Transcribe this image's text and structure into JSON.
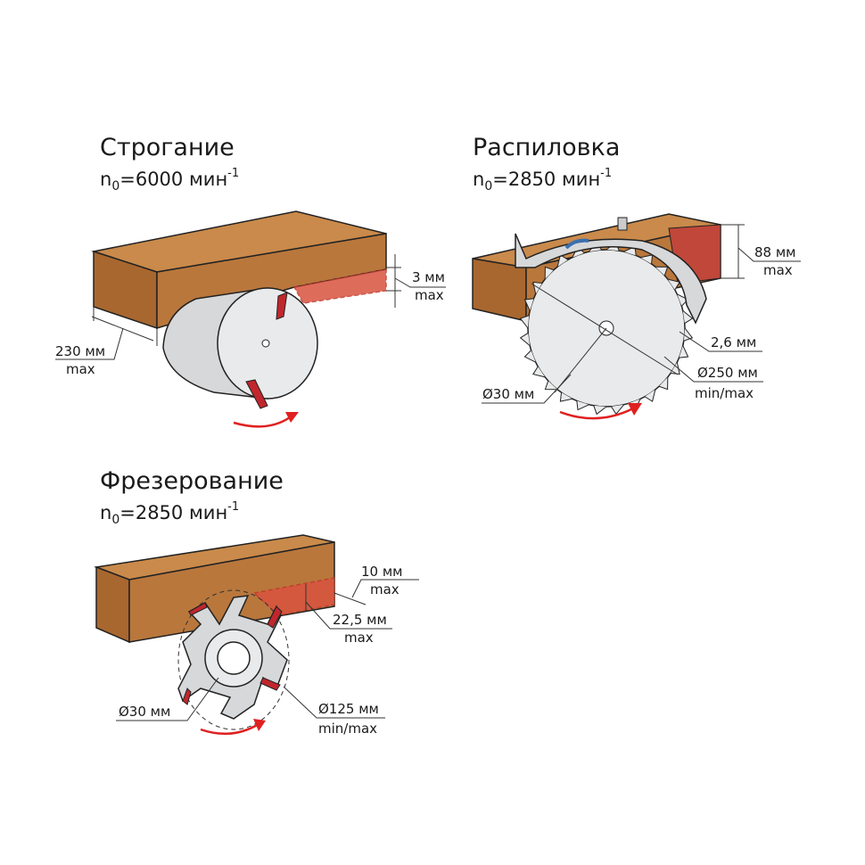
{
  "planing": {
    "title": "Строгание",
    "speed": {
      "n": "n",
      "sub": "0",
      "eq": "=6000 мин",
      "sup": "-1"
    },
    "depth": {
      "value": "3 мм",
      "note": "max"
    },
    "width": {
      "value": "230 мм",
      "note": "max"
    }
  },
  "sawing": {
    "title": "Распиловка",
    "speed": {
      "n": "n",
      "sub": "0",
      "eq": "=2850 мин",
      "sup": "-1"
    },
    "depth": {
      "value": "88 мм",
      "note": "max"
    },
    "kerf": {
      "value": "2,6 мм"
    },
    "diameter": {
      "value": "Ø250 мм",
      "note": "min/max"
    },
    "bore": {
      "value": "Ø30 мм"
    }
  },
  "milling": {
    "title": "Фрезерование",
    "speed": {
      "n": "n",
      "sub": "0",
      "eq": "=2850 мин",
      "sup": "-1"
    },
    "depth": {
      "value": "10 мм",
      "note": "max"
    },
    "width": {
      "value": "22,5 мм",
      "note": "max"
    },
    "bore": {
      "value": "Ø30 мм"
    },
    "diameter": {
      "value": "Ø125 мм",
      "note": "min/max"
    }
  },
  "colors": {
    "wood": "#c98a4b",
    "cut": "#d9533f",
    "steel": "#d6d8da",
    "arrow": "#e02020",
    "rotation_arrow_blue": "#3a6fb0"
  }
}
